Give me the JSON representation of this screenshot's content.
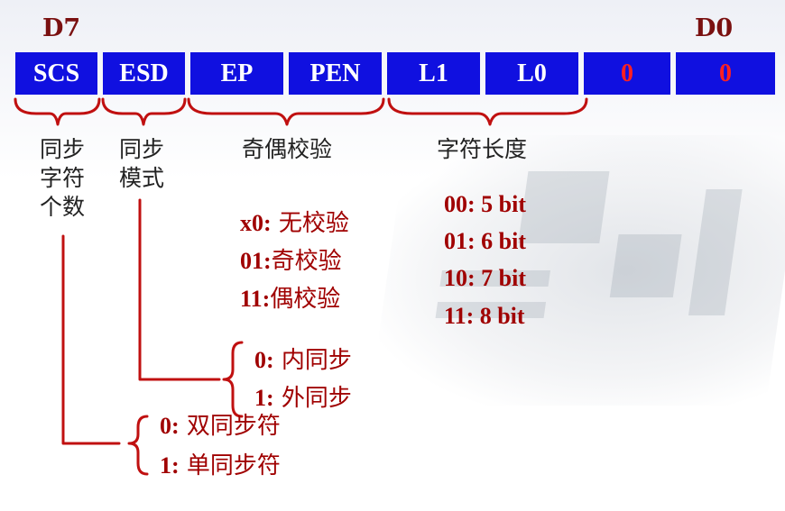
{
  "header": {
    "msb": "D7",
    "lsb": "D0"
  },
  "register": {
    "bits": [
      {
        "label": "SCS"
      },
      {
        "label": "ESD"
      },
      {
        "label": "EP"
      },
      {
        "label": "PEN"
      },
      {
        "label": "L1"
      },
      {
        "label": "L0"
      },
      {
        "label": "0"
      },
      {
        "label": "0"
      }
    ]
  },
  "groups": {
    "scs": "同步\n字符\n个数",
    "esd": "同步\n模式",
    "parity": "奇偶校验",
    "length": "字符长度"
  },
  "parity_options": [
    {
      "code": "x0:",
      "text": " 无校验"
    },
    {
      "code": "01:",
      "text": "奇校验"
    },
    {
      "code": "11:",
      "text": "偶校验"
    }
  ],
  "length_options": [
    "00: 5 bit",
    "01: 6 bit",
    "10: 7 bit",
    "11: 8 bit"
  ],
  "sync_mode_options": [
    {
      "code": "0:",
      "text": " 内同步"
    },
    {
      "code": "1:",
      "text": " 外同步"
    }
  ],
  "sync_count_options": [
    {
      "code": "0:",
      "text": " 双同步符"
    },
    {
      "code": "1:",
      "text": " 单同步符"
    }
  ],
  "colors": {
    "register_bg": "#1010e0",
    "line": "#c01010",
    "accent_text": "#a00000"
  }
}
